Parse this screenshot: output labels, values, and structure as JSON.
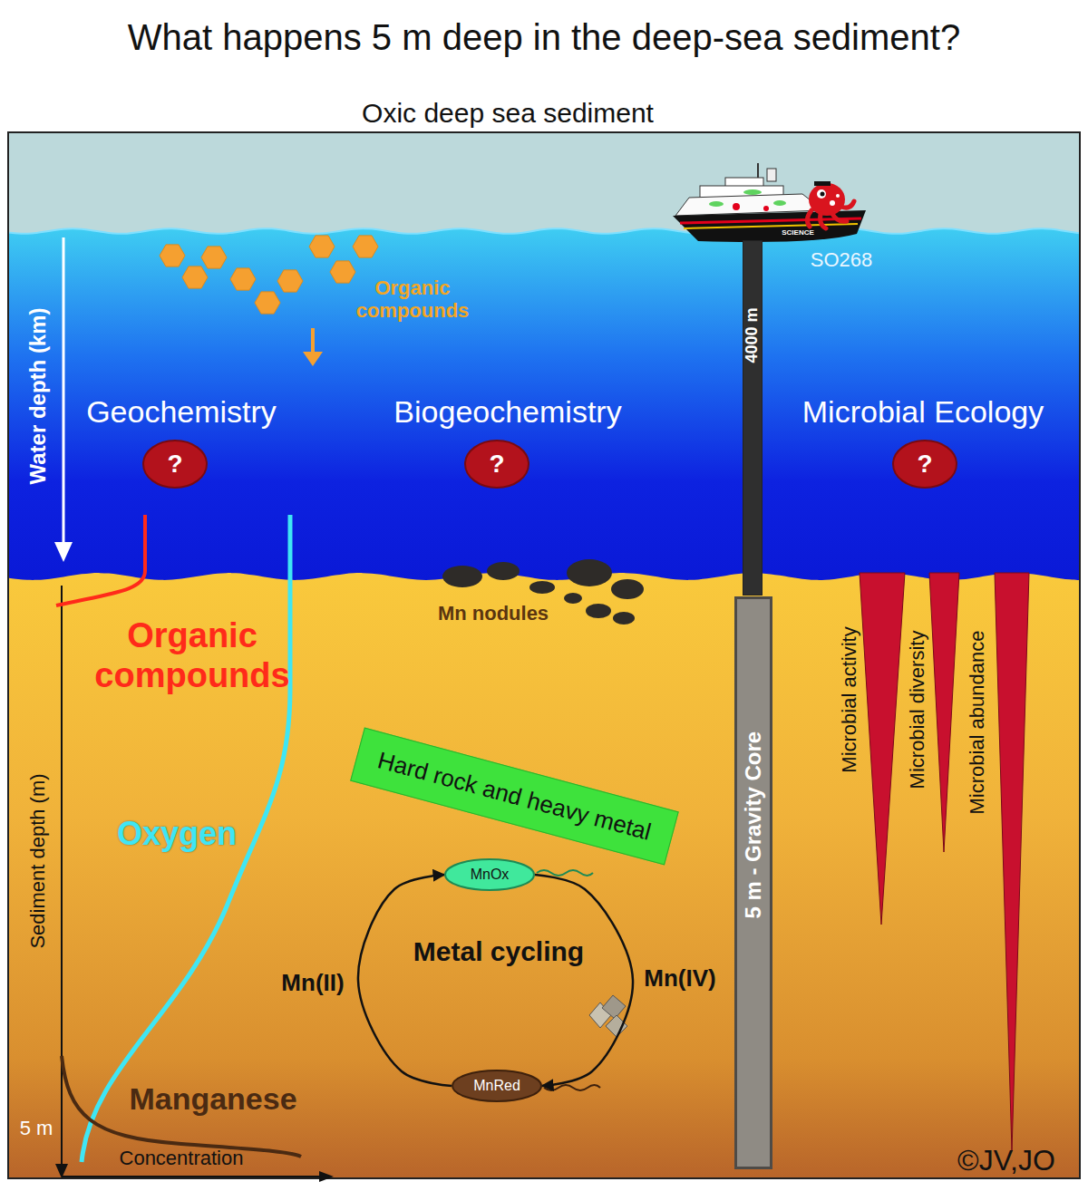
{
  "diagram": {
    "title": "What happens 5 m deep in the deep-sea sediment?",
    "nodes": [
      {
        "text": [
          "?"
        ]
      },
      {
        "text": [
          "?"
        ]
      },
      {
        "text": [
          "?"
        ]
      },
      {
        "text": [
          "4000 m"
        ]
      },
      {
        "text": [
          "Hard rock and heavy metal"
        ]
      },
      {
        "text": [
          "MnOx"
        ]
      },
      {
        "text": [
          "MnRed"
        ]
      },
      {
        "text": [
          "5 m - Gravity Core"
        ]
      }
    ],
    "edges": [
      {
        "from": 5,
        "to": 6,
        "arrow": "to"
      },
      {
        "from": 6,
        "to": 5,
        "arrow": "to"
      }
    ],
    "labels": [
      "Oxic deep sea sediment",
      "SCIENCE",
      "SO268",
      "Organic compounds",
      "Water depth (km)",
      "Geochemistry",
      "Biogeochemistry",
      "Microbial Ecology",
      "Mn nodules",
      "Organic compounds",
      "Microbial activity",
      "Microbial diversity",
      "Microbial abundance",
      "Sediment depth (m)",
      "Oxygen",
      "Metal cycling",
      "Mn(II)",
      "Mn(IV)",
      "Manganese",
      "5 m",
      "Concentration",
      "©JV,JO"
    ]
  }
}
